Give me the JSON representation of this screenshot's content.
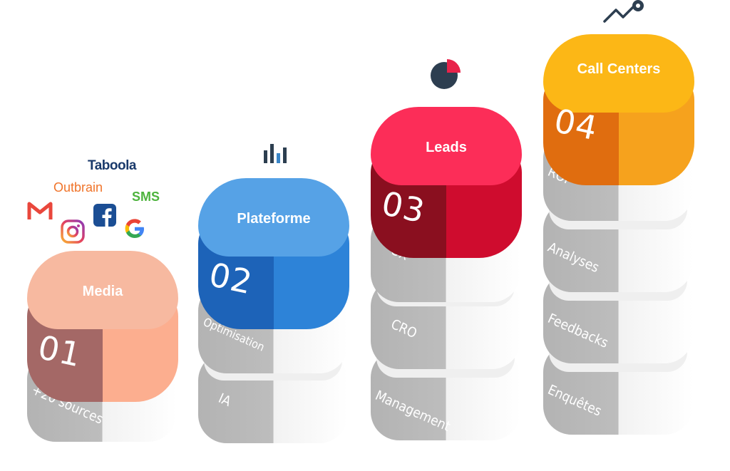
{
  "columns": [
    {
      "title": "Media",
      "number": "01",
      "colors": {
        "top": "#f7b9a0",
        "left": "#a46866",
        "right": "#fcae8f"
      },
      "items": [
        "+20 sources"
      ]
    },
    {
      "title": "Plateforme",
      "number": "02",
      "colors": {
        "top": "#56a2e6",
        "left": "#1d63b8",
        "right": "#2d83d8"
      },
      "items": [
        "Optimisation",
        "IA"
      ]
    },
    {
      "title": "Leads",
      "number": "03",
      "colors": {
        "top": "#fc2d58",
        "left": "#8a0f1f",
        "right": "#cf0c2e"
      },
      "items": [
        "UX",
        "CRO",
        "Management"
      ]
    },
    {
      "title": "Call Centers",
      "number": "04",
      "colors": {
        "top": "#fcb716",
        "left": "#e06d0f",
        "right": "#f6a21d"
      },
      "items": [
        "ROI",
        "Analyses",
        "Feedbacks",
        "Enquêtes"
      ]
    }
  ],
  "media_logos": {
    "taboola": "Taboola",
    "outbrain": "Outbrain",
    "sms": "SMS",
    "facebook": "f",
    "google": "G",
    "gmail": "M"
  },
  "icons": [
    "bar-chart-icon",
    "pie-chart-icon",
    "trend-arrow-icon",
    "instagram-icon",
    "gmail-icon",
    "facebook-icon",
    "google-icon"
  ]
}
